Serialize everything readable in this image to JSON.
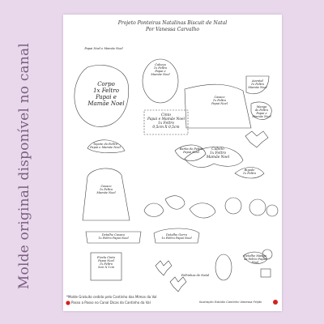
{
  "side_caption": "Molde original disponível no canal",
  "header": {
    "line1": "Projeto Ponteiras Natalinas Biscuit de Natal",
    "line2": "Por Vanessa Carvalho"
  },
  "section_label": "Papai Noel e Mamãe Noel",
  "pieces": {
    "corpo": [
      "Corpo",
      "1x Feltro",
      "Papai e",
      "Mamãe Noel"
    ],
    "cabeca": [
      "Cabeça",
      "1x Feltro",
      "Papai e",
      "Mamãe Noel"
    ],
    "casaco_top": [
      "Casaco",
      "1x Feltro",
      "Papai Noel"
    ],
    "avental": [
      "Avental",
      "1x Feltro",
      "Mamãe Noel"
    ],
    "cinto": [
      "Cinto",
      "Papai e Mamãe Noel",
      "1x Feltro",
      "0,5cm X 0,5cm"
    ],
    "manga": [
      "Manga",
      "4x Feltro",
      "Papai e",
      "Mamãe Noel"
    ],
    "topete": [
      "Topete do Feltro",
      "Papai e Mamãe Noel"
    ],
    "barba": [
      "Barba do Feltro",
      "Papai Noel"
    ],
    "cabelo": [
      "Cabelo",
      "1x Feltro",
      "Mamãe Noel"
    ],
    "casaco": [
      "Casaco",
      "1x Feltro",
      "Mamãe Noel"
    ],
    "bigode": [
      "Bigode",
      "1x Feltro"
    ],
    "detalhe_casaco": [
      "Detalhe Casaco",
      "1x Feltro Papai Noel"
    ],
    "detalhe_gorro": [
      "Detalhe Gorro",
      "1x Feltro Papai Noel"
    ],
    "detalhe_manga": [
      "Detalhe Manga",
      "4x Feltro Papai Noel"
    ],
    "fivela": [
      "Fivela Cinto",
      "Papai Noel",
      "1x Feltro",
      "5cm X 1cm"
    ],
    "folhinhas": "Folhinhas de Natal"
  },
  "footer": {
    "line1": "*Molde Gratuito cedido pelo Cantinho das Mimos da Val",
    "line2": "Passo a Passo no Canal Dicas do Cantinho da Val",
    "credit": "Ilustração Estúdio Cantinho Vanessa Feijão"
  },
  "colors": {
    "background": "#e9d8ec",
    "caption": "#7a5f80",
    "youtube": "#d22222"
  }
}
